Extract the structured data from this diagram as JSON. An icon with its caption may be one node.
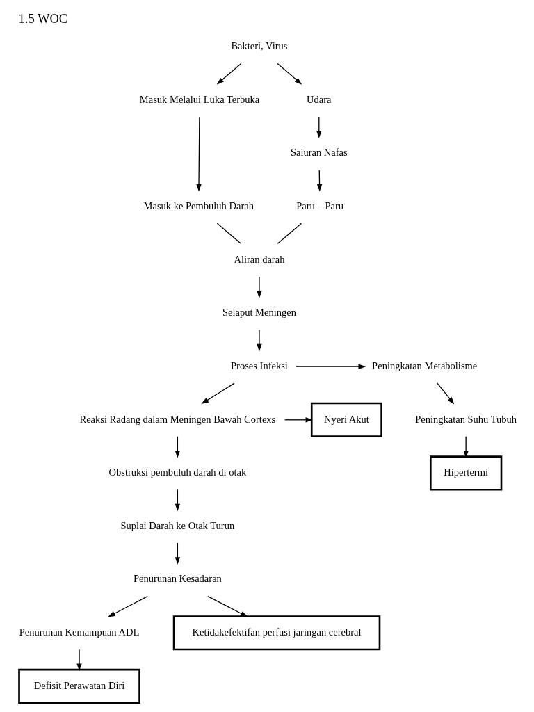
{
  "diagram": {
    "title": "1.5 WOC",
    "nodes": [
      {
        "text": [
          "Bakteri, Virus"
        ]
      },
      {
        "text": [
          "Masuk Melalui Luka Terbuka"
        ]
      },
      {
        "text": [
          "Udara"
        ]
      },
      {
        "text": [
          "Masuk ke Pembuluh Darah"
        ]
      },
      {
        "text": [
          "Saluran Nafas"
        ]
      },
      {
        "text": [
          "Paru – Paru"
        ]
      },
      {
        "text": [
          "Aliran darah"
        ]
      },
      {
        "text": [
          "Selaput Meningen"
        ]
      },
      {
        "text": [
          "Proses Infeksi"
        ]
      },
      {
        "text": [
          "Peningkatan Metabolisme"
        ]
      },
      {
        "text": [
          "Reaksi Radang dalam Meningen Bawah Cortexs"
        ]
      },
      {
        "text": [
          "Nyeri Akut"
        ]
      },
      {
        "text": [
          "Peningkatan Suhu Tubuh"
        ]
      },
      {
        "text": [
          "Hipertermi"
        ]
      },
      {
        "text": [
          "Obstruksi pembuluh darah di otak"
        ]
      },
      {
        "text": [
          "Suplai Darah ke Otak Turun"
        ]
      },
      {
        "text": [
          "Penurunan Kesadaran"
        ]
      },
      {
        "text": [
          "Penurunan Kemampuan ADL"
        ]
      },
      {
        "text": [
          "Ketidakefektifan perfusi jaringan cerebral"
        ]
      },
      {
        "text": [
          "Defisit Perawatan Diri"
        ]
      }
    ],
    "edges": [
      {
        "from": 0,
        "to": 1,
        "arrow": "to"
      },
      {
        "from": 0,
        "to": 2,
        "arrow": "to"
      },
      {
        "from": 1,
        "to": 3,
        "arrow": "to"
      },
      {
        "from": 2,
        "to": 4,
        "arrow": "to"
      },
      {
        "from": 4,
        "to": 5,
        "arrow": "to"
      },
      {
        "from": 3,
        "to": 6,
        "arrow": "none"
      },
      {
        "from": 5,
        "to": 6,
        "arrow": "none"
      },
      {
        "from": 6,
        "to": 7,
        "arrow": "to"
      },
      {
        "from": 7,
        "to": 8,
        "arrow": "to"
      },
      {
        "from": 8,
        "to": 9,
        "arrow": "to"
      },
      {
        "from": 8,
        "to": 10,
        "arrow": "to"
      },
      {
        "from": 10,
        "to": 11,
        "arrow": "to"
      },
      {
        "from": 9,
        "to": 12,
        "arrow": "to"
      },
      {
        "from": 12,
        "to": 13,
        "arrow": "to"
      },
      {
        "from": 10,
        "to": 14,
        "arrow": "to"
      },
      {
        "from": 14,
        "to": 15,
        "arrow": "to"
      },
      {
        "from": 15,
        "to": 16,
        "arrow": "to"
      },
      {
        "from": 16,
        "to": 18,
        "arrow": "to"
      },
      {
        "from": 16,
        "to": 17,
        "arrow": "to"
      },
      {
        "from": 17,
        "to": 19,
        "arrow": "to"
      }
    ]
  }
}
